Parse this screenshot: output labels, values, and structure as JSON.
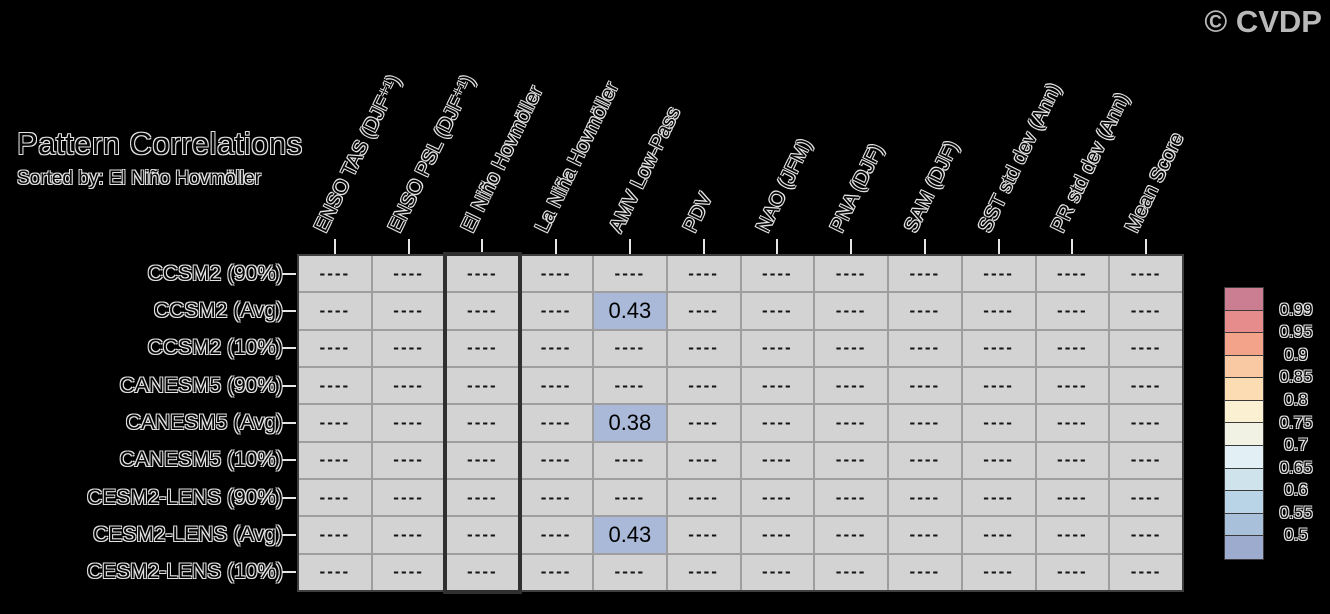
{
  "copyright": "© CVDP",
  "title": "Pattern Correlations",
  "subtitle": "Sorted by: El Niño Hovmöller",
  "chart_data": {
    "type": "heatmap",
    "title": "Pattern Correlations",
    "subtitle": "Sorted by: El Niño Hovmöller",
    "columns": [
      "ENSO TAS (DJF⁺¹)",
      "ENSO PSL (DJF⁺¹)",
      "El Niño Hovmöller",
      "La Niña Hovmöller",
      "AMV Low-Pass",
      "PDV",
      "NAO (JFM)",
      "PNA (DJF)",
      "SAM (DJF)",
      "SST std dev (Ann)",
      "PR std dev (Ann)",
      "Mean Score"
    ],
    "rows": [
      "CCSM2 (90%)",
      "CCSM2 (Avg)",
      "CCSM2 (10%)",
      "CANESM5 (90%)",
      "CANESM5 (Avg)",
      "CANESM5 (10%)",
      "CESM2-LENS (90%)",
      "CESM2-LENS (Avg)",
      "CESM2-LENS (10%)"
    ],
    "cells": [
      [
        "----",
        "----",
        "----",
        "----",
        "----",
        "----",
        "----",
        "----",
        "----",
        "----",
        "----",
        "----"
      ],
      [
        "----",
        "----",
        "----",
        "----",
        "0.43",
        "----",
        "----",
        "----",
        "----",
        "----",
        "----",
        "----"
      ],
      [
        "----",
        "----",
        "----",
        "----",
        "----",
        "----",
        "----",
        "----",
        "----",
        "----",
        "----",
        "----"
      ],
      [
        "----",
        "----",
        "----",
        "----",
        "----",
        "----",
        "----",
        "----",
        "----",
        "----",
        "----",
        "----"
      ],
      [
        "----",
        "----",
        "----",
        "----",
        "0.38",
        "----",
        "----",
        "----",
        "----",
        "----",
        "----",
        "----"
      ],
      [
        "----",
        "----",
        "----",
        "----",
        "----",
        "----",
        "----",
        "----",
        "----",
        "----",
        "----",
        "----"
      ],
      [
        "----",
        "----",
        "----",
        "----",
        "----",
        "----",
        "----",
        "----",
        "----",
        "----",
        "----",
        "----"
      ],
      [
        "----",
        "----",
        "----",
        "----",
        "0.43",
        "----",
        "----",
        "----",
        "----",
        "----",
        "----",
        "----"
      ],
      [
        "----",
        "----",
        "----",
        "----",
        "----",
        "----",
        "----",
        "----",
        "----",
        "----",
        "----",
        "----"
      ]
    ],
    "missing_value": "----",
    "sorted_column_index": 2,
    "sorted_column_label": "El Niño Hovmöller",
    "colors": {
      "background": "#000000",
      "cell_bg": "#d3d3d3",
      "value_cell_bg": "#aab9d8",
      "grid_line": "#9e9e9e",
      "outer_border": "#3f3f3f",
      "copyright_text": "#b9b9b9"
    },
    "legend": {
      "position": "right",
      "boundary_labels": [
        "0.99",
        "0.95",
        "0.9",
        "0.85",
        "0.8",
        "0.75",
        "0.7",
        "0.65",
        "0.6",
        "0.55",
        "0.5"
      ],
      "colors": [
        "#cb7e92",
        "#e68c8c",
        "#f2a38a",
        "#f8c9a2",
        "#fcdcb2",
        "#fcf0d2",
        "#f2f2e4",
        "#e2eff5",
        "#cfe3ec",
        "#b8d4e6",
        "#a8c0da",
        "#9cabce"
      ]
    }
  }
}
